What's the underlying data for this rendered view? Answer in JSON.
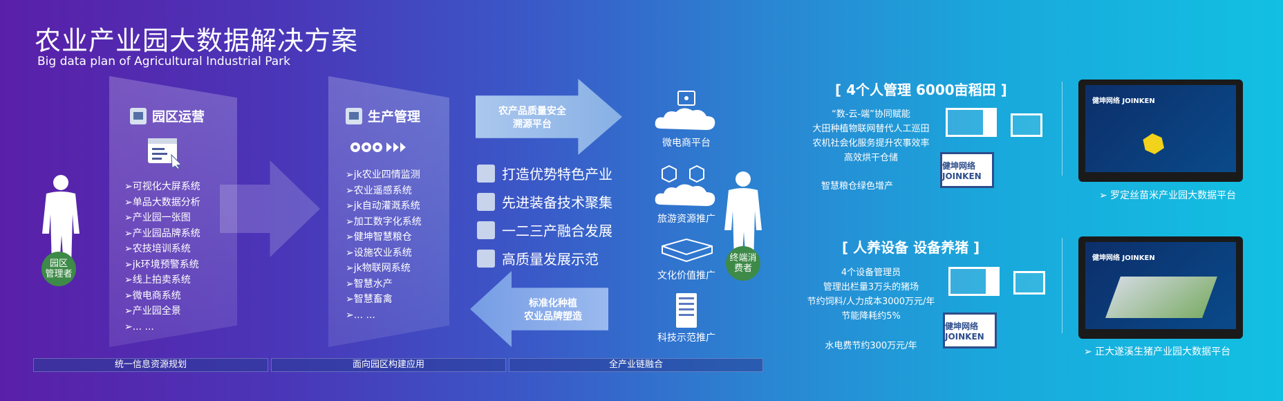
{
  "header": {
    "title": "农业产业园大数据解决方案",
    "subtitle": "Big data plan of Agricultural Industrial Park"
  },
  "park_ops": {
    "heading": "园区运营",
    "items": [
      "可视化大屏系统",
      "单品大数据分析",
      "产业园一张图",
      "产业园品牌系统",
      "农技培训系统",
      "jk环境预警系统",
      "线上拍卖系统",
      "微电商系统",
      "产业园全景",
      "... ..."
    ]
  },
  "manager_label": "园区\n管理者",
  "production": {
    "heading": "生产管理",
    "items": [
      "jk农业四情监测",
      "农业遥感系统",
      "jk自动灌溉系统",
      "加工数字化系统",
      "健坤智慧粮仓",
      "设施农业系统",
      "jk物联网系统",
      "智慧水产",
      "智慧畜禽",
      "... ..."
    ]
  },
  "arrows": {
    "traceability": "农产品质量安全\n溯源平台",
    "branding": "标准化种植\n农业品牌塑造"
  },
  "features": [
    "打造优势特色产业",
    "先进装备技术聚集",
    "一二三产融合发展",
    "高质量发展示范"
  ],
  "nodes": [
    "微电商平台",
    "旅游资源推广",
    "文化价值推广",
    "科技示范推广"
  ],
  "consumer_label": "终端消\n费者",
  "bottom_bar": [
    "统一信息资源规划",
    "面向园区构建应用",
    "全产业链融合"
  ],
  "case1": {
    "title": "[ 4个人管理 6000亩稻田 ]",
    "lines": [
      "“数-云-端”协同赋能",
      "大田种植物联网替代人工巡田",
      "农机社会化服务提升农事效率",
      "高效烘干仓储"
    ],
    "extra": "智慧粮仓绿色增产",
    "caption": "➢ 罗定丝苗米产业园大数据平台"
  },
  "case2": {
    "title": "[ 人养设备  设备养猪 ]",
    "lines": [
      "4个设备管理员",
      "管理出栏量3万头的猪场",
      "节约饲料/人力成本3000万元/年",
      "节能降耗约5%"
    ],
    "extra": "水电费节约300万元/年",
    "caption": "➢ 正大遂溪生猪产业园大数据平台"
  },
  "logo_text": "健坤网络 JOINKEN",
  "colors": {
    "badge_green": "#3e8a48",
    "bg_left": "#5a1fa8",
    "bg_right": "#12c0e2"
  }
}
